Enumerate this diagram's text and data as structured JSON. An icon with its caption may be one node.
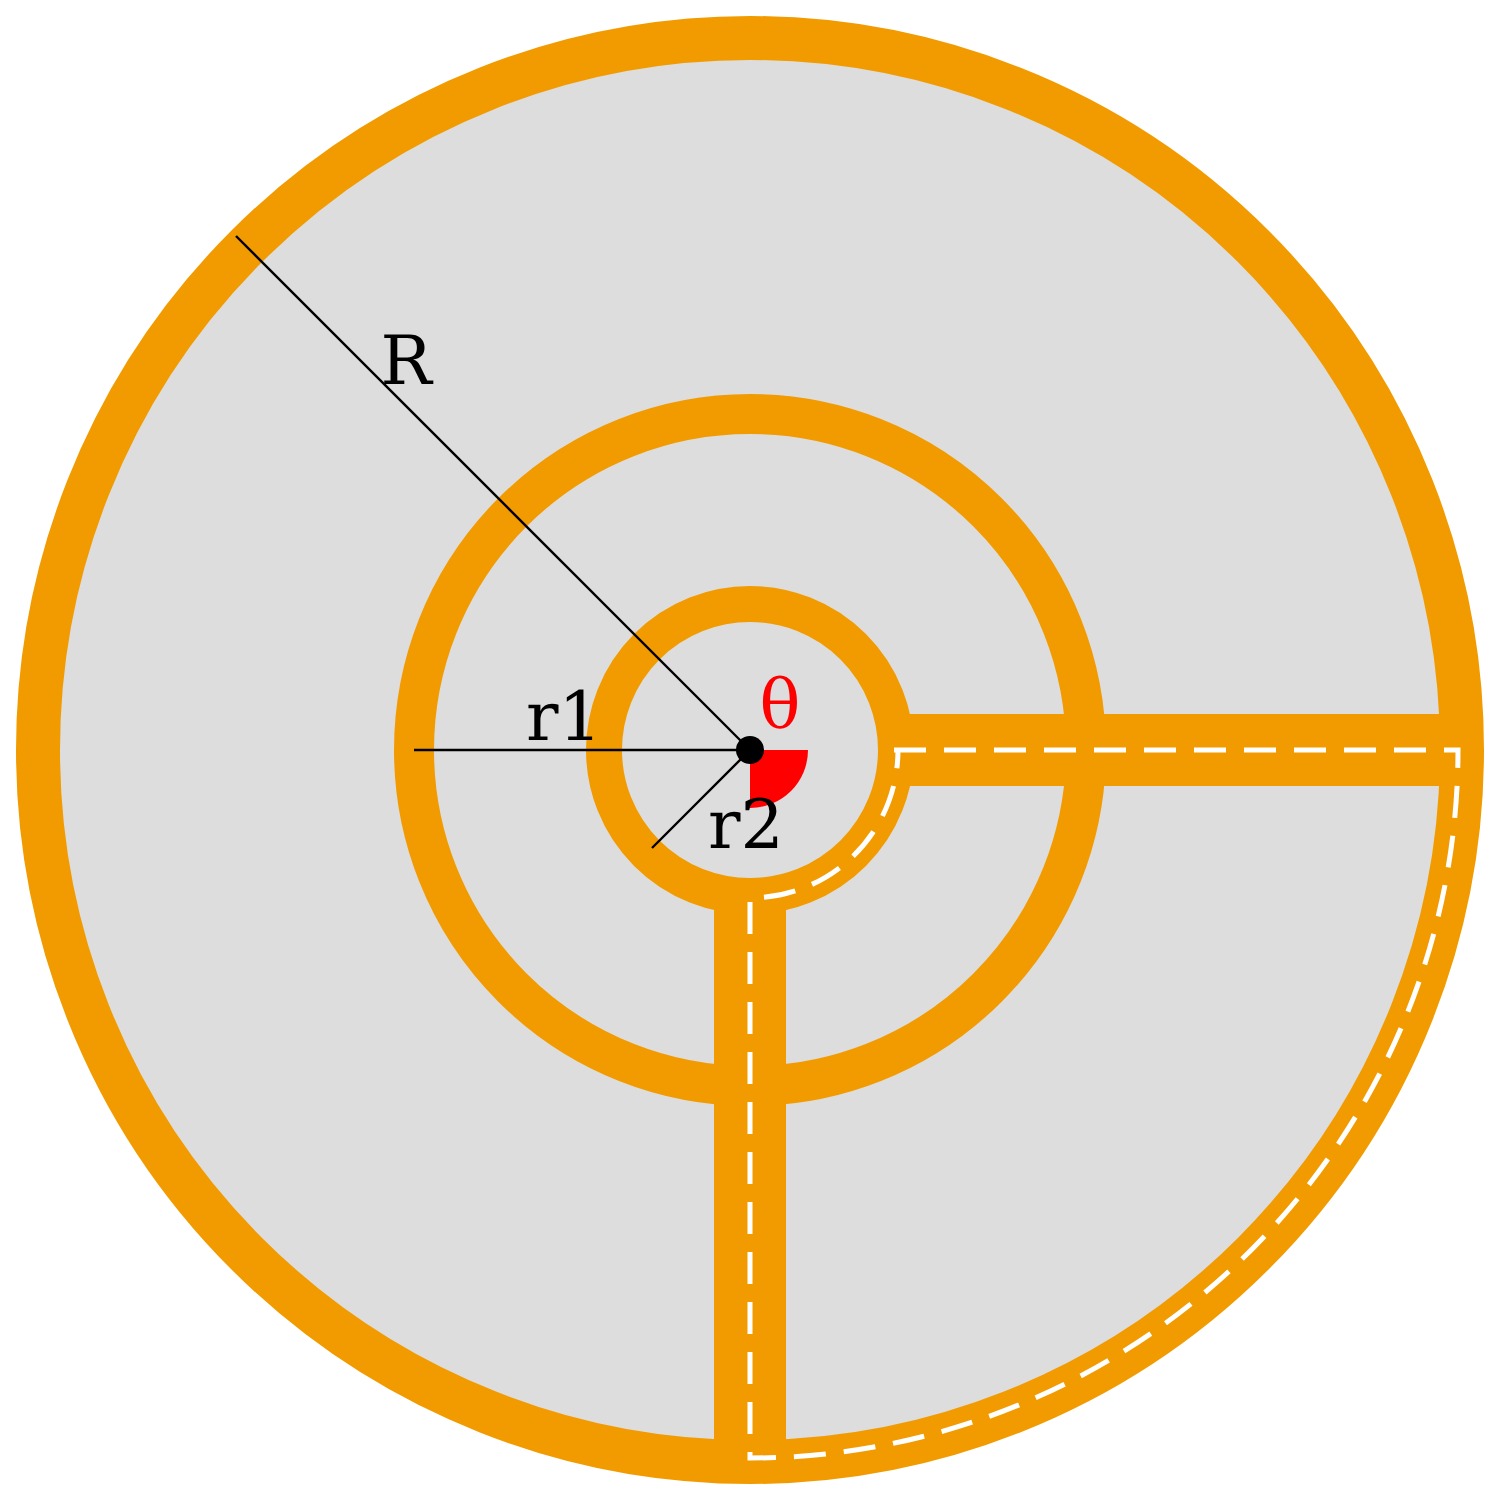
{
  "diagram": {
    "labels": [
      "R",
      "θ",
      "r1",
      "r2"
    ]
  }
}
